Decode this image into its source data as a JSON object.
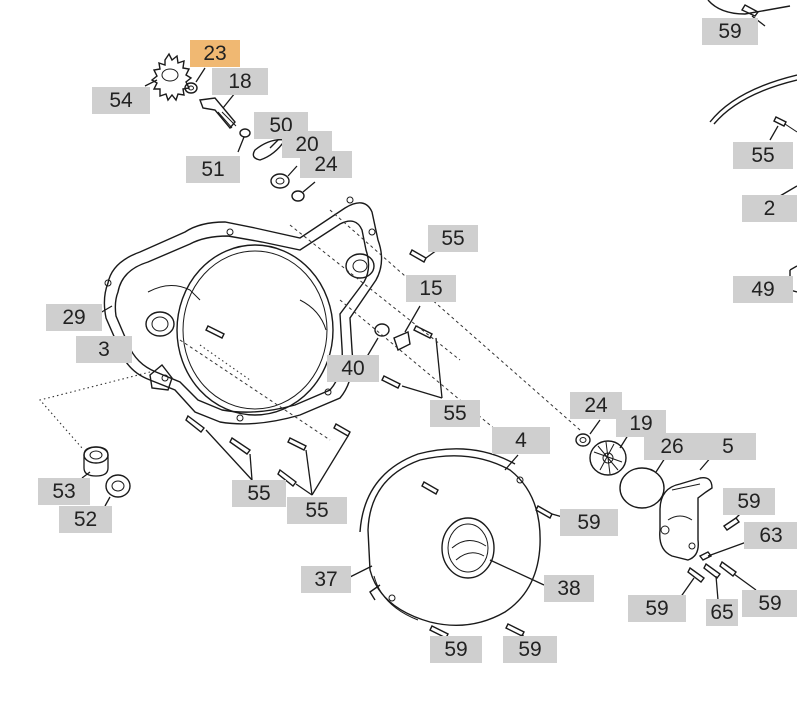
{
  "callouts": [
    {
      "id": "c59a",
      "text": "59",
      "highlight": false
    },
    {
      "id": "c23",
      "text": "23",
      "highlight": true
    },
    {
      "id": "c18",
      "text": "18",
      "highlight": false
    },
    {
      "id": "c54",
      "text": "54",
      "highlight": false
    },
    {
      "id": "c50",
      "text": "50",
      "highlight": false
    },
    {
      "id": "c20",
      "text": "20",
      "highlight": false
    },
    {
      "id": "c24a",
      "text": "24",
      "highlight": false
    },
    {
      "id": "c51",
      "text": "51",
      "highlight": false
    },
    {
      "id": "c55a",
      "text": "55",
      "highlight": false
    },
    {
      "id": "c2",
      "text": "2",
      "highlight": false
    },
    {
      "id": "c55b",
      "text": "55",
      "highlight": false
    },
    {
      "id": "c15",
      "text": "15",
      "highlight": false
    },
    {
      "id": "c49",
      "text": "49",
      "highlight": false
    },
    {
      "id": "c29",
      "text": "29",
      "highlight": false
    },
    {
      "id": "c3",
      "text": "3",
      "highlight": false
    },
    {
      "id": "c40",
      "text": "40",
      "highlight": false
    },
    {
      "id": "c55c",
      "text": "55",
      "highlight": false
    },
    {
      "id": "c24b",
      "text": "24",
      "highlight": false
    },
    {
      "id": "c19",
      "text": "19",
      "highlight": false
    },
    {
      "id": "c4",
      "text": "4",
      "highlight": false
    },
    {
      "id": "c26",
      "text": "26",
      "highlight": false
    },
    {
      "id": "c5",
      "text": "5",
      "highlight": false
    },
    {
      "id": "c53",
      "text": "53",
      "highlight": false
    },
    {
      "id": "c55d",
      "text": "55",
      "highlight": false
    },
    {
      "id": "c55e",
      "text": "55",
      "highlight": false
    },
    {
      "id": "c52",
      "text": "52",
      "highlight": false
    },
    {
      "id": "c59b",
      "text": "59",
      "highlight": false
    },
    {
      "id": "c59c",
      "text": "59",
      "highlight": false
    },
    {
      "id": "c63",
      "text": "63",
      "highlight": false
    },
    {
      "id": "c37",
      "text": "37",
      "highlight": false
    },
    {
      "id": "c38",
      "text": "38",
      "highlight": false
    },
    {
      "id": "c59d",
      "text": "59",
      "highlight": false
    },
    {
      "id": "c65",
      "text": "65",
      "highlight": false
    },
    {
      "id": "c59e",
      "text": "59",
      "highlight": false
    },
    {
      "id": "c59f",
      "text": "59",
      "highlight": false
    },
    {
      "id": "c59g",
      "text": "59",
      "highlight": false
    }
  ],
  "colors": {
    "callout_bg": "#cfcfcf",
    "callout_highlight": "#f0b872",
    "line": "#1a1a1a",
    "background": "#ffffff"
  }
}
